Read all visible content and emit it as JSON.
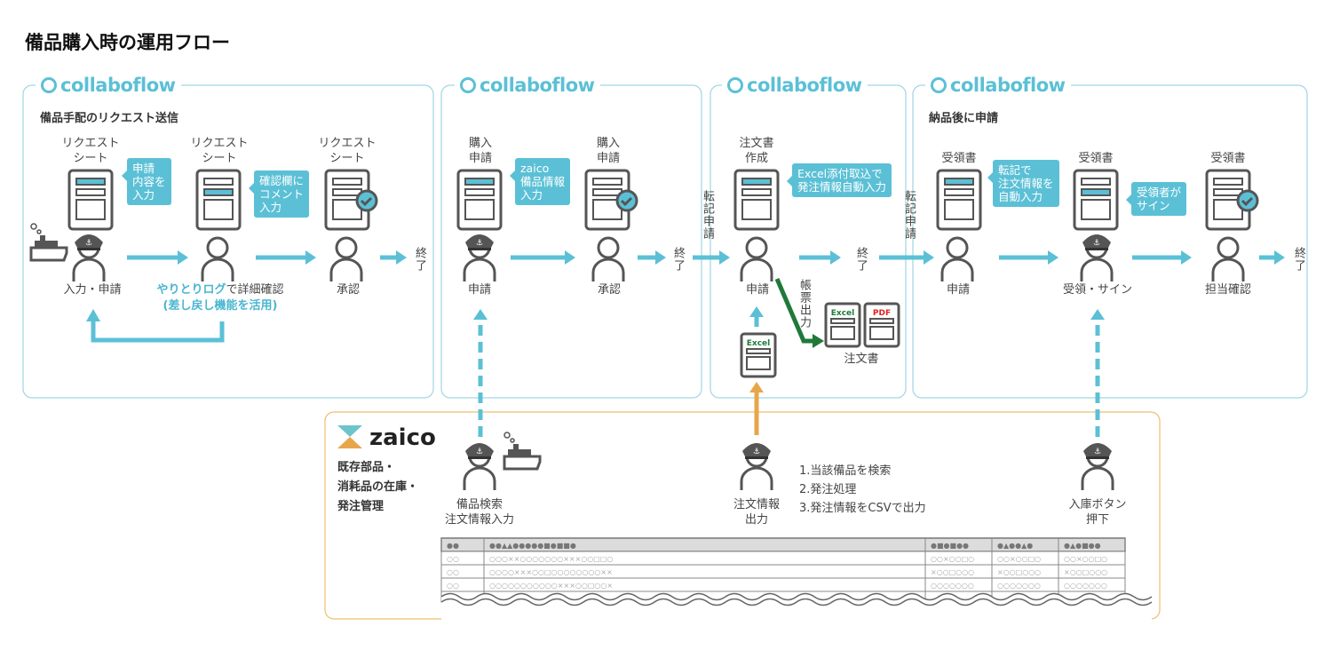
{
  "title": "備品購入時の運用フロー",
  "colors": {
    "accent_blue": "#5bc0d6",
    "icon_gray": "#555555",
    "excel_green": "#1f7a3a",
    "pdf_red": "#e02020",
    "zaico_orange": "#e8a64a"
  },
  "panels": [
    {
      "logo": "collaboflow",
      "heading": "備品手配のリクエスト送信",
      "docs": [
        {
          "label1": "リクエスト",
          "label2": "シート"
        },
        {
          "label1": "リクエスト",
          "label2": "シート"
        },
        {
          "label1": "リクエスト",
          "label2": "シート"
        }
      ],
      "callouts": [
        {
          "lines": [
            "申請",
            "内容を",
            "入力"
          ]
        },
        {
          "lines": [
            "確認欄に",
            "コメント",
            "入力"
          ]
        }
      ],
      "persons": [
        "入力・申請",
        "承認"
      ],
      "note1_blue": "やりとりログ",
      "note1_rest": "で詳細確認",
      "note2": "(差し戻し機能を活用)",
      "end": "終了"
    },
    {
      "logo": "collaboflow",
      "docs": [
        {
          "label1": "購入",
          "label2": "申請"
        },
        {
          "label1": "購入",
          "label2": "申請"
        }
      ],
      "callouts": [
        {
          "lines": [
            "zaico",
            "備品情報",
            "入力"
          ]
        }
      ],
      "persons": [
        "申請",
        "承認"
      ],
      "end": "終了",
      "transfer": "転記申請"
    },
    {
      "logo": "collaboflow",
      "docs": [
        {
          "label1": "注文書",
          "label2": "作成"
        }
      ],
      "callouts": [
        {
          "lines": [
            "Excel添付取込で",
            "発注情報自動入力"
          ]
        }
      ],
      "persons": [
        "申請"
      ],
      "end": "終了",
      "output": "帳票出力",
      "excel_label": "Excel",
      "pdf_label": "PDF",
      "order_doc": "注文書",
      "transfer": "転記申請"
    },
    {
      "logo": "collaboflow",
      "heading": "納品後に申請",
      "docs": [
        {
          "label1": "受領書"
        },
        {
          "label1": "受領書"
        },
        {
          "label1": "受領書"
        }
      ],
      "callouts": [
        {
          "lines": [
            "転記で",
            "注文情報を",
            "自動入力"
          ]
        },
        {
          "lines": [
            "受領者が",
            "サイン"
          ]
        }
      ],
      "persons": [
        "申請",
        "受領・サイン",
        "担当確認"
      ],
      "end": "終了"
    }
  ],
  "zaico": {
    "logo": "zaico",
    "side": [
      "既存部品・",
      "消耗品の在庫・",
      "発注管理"
    ],
    "actors": [
      {
        "line1": "備品検索",
        "line2": "注文情報入力"
      },
      {
        "line1": "注文情報",
        "line2": "出力"
      },
      {
        "line1": "入庫ボタン",
        "line2": "押下"
      }
    ],
    "steps": [
      "1.当該備品を検索",
      "2.発注処理",
      "3.発注情報をCSVで出力"
    ],
    "table": {
      "header": [
        "●●",
        "●●▲▲●●●●●■●■■●",
        "●■●■●●",
        "●▲●●▲●",
        "●▲●■●●"
      ],
      "rows": [
        [
          "○○",
          "○○○××○○○○○○○×××○○□□○",
          "○○×○○□○",
          "○○×○○□○",
          "○○×○○□○"
        ],
        [
          "○○",
          "○○○○×××○○□○○○○○○○○××",
          "×○○□○○○",
          "×○○□○○○",
          "×○○□○○○"
        ],
        [
          "○○",
          "○○○○○○○○○○○×××○○□○○×",
          "○○○○○○○",
          "○○○○○○○",
          "○○○○○○○"
        ]
      ]
    }
  }
}
